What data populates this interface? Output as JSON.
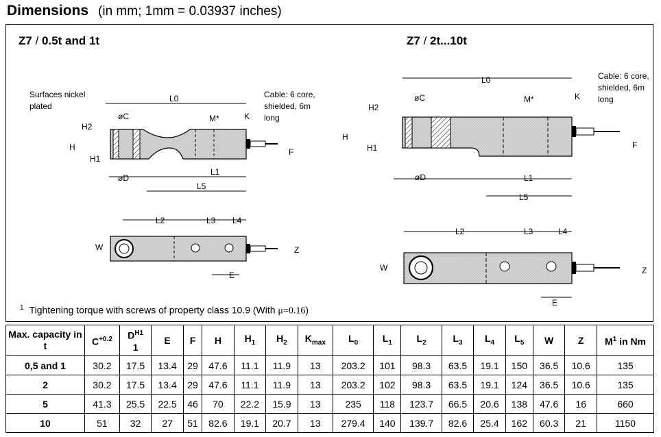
{
  "title": {
    "main": "Dimensions",
    "sub": "(in mm;  1mm = 0.03937 inches)"
  },
  "left_panel": {
    "model": "Z7",
    "slash": " / ",
    "capacity": "0.5t and 1t",
    "note_surface": "Surfaces nickel plated",
    "note_cable": "Cable: 6 core, shielded, 6m long"
  },
  "right_panel": {
    "model": "Z7",
    "slash": " / ",
    "capacity": "2t...10t",
    "note_cable": "Cable: 6 core, shielded, 6m long"
  },
  "footnote": {
    "marker": "1",
    "text": "Tightening torque with screws of property class 10.9 (With ",
    "mu": "μ=0.16",
    "close": ")"
  },
  "table": {
    "headers": [
      {
        "main": "Max. capacity in t"
      },
      {
        "main": "C",
        "sup": "+0.2"
      },
      {
        "main": "D",
        "sup": "H1",
        "sub": "1"
      },
      {
        "main": "E"
      },
      {
        "main": "F"
      },
      {
        "main": "H"
      },
      {
        "main": "H",
        "sub": "1"
      },
      {
        "main": "H",
        "sub": "2"
      },
      {
        "main": "K",
        "sub": "max"
      },
      {
        "main": "L",
        "sub": "0"
      },
      {
        "main": "L",
        "sub": "1"
      },
      {
        "main": "L",
        "sub": "2"
      },
      {
        "main": "L",
        "sub": "3"
      },
      {
        "main": "L",
        "sub": "4"
      },
      {
        "main": "L",
        "sub": "5"
      },
      {
        "main": "W"
      },
      {
        "main": "Z"
      },
      {
        "main": "M",
        "sup": "1",
        "tail": " in Nm"
      }
    ],
    "rows": [
      [
        "0,5 and 1",
        "30.2",
        "17.5",
        "13.4",
        "29",
        "47.6",
        "11.1",
        "11.9",
        "13",
        "203.2",
        "101",
        "98.3",
        "63.5",
        "19.1",
        "150",
        "36.5",
        "10.6",
        "135"
      ],
      [
        "2",
        "30.2",
        "17.5",
        "13.4",
        "29",
        "47.6",
        "11.1",
        "11.9",
        "13",
        "203.2",
        "102",
        "98.3",
        "63.5",
        "19.1",
        "124",
        "36.5",
        "10.6",
        "135"
      ],
      [
        "5",
        "41.3",
        "25.5",
        "22.5",
        "46",
        "70",
        "22.2",
        "15.9",
        "13",
        "235",
        "118",
        "123.7",
        "66.5",
        "20.6",
        "138",
        "47.6",
        "16",
        "660"
      ],
      [
        "10",
        "51",
        "32",
        "27",
        "51",
        "82.6",
        "19.1",
        "20.7",
        "13",
        "279.4",
        "140",
        "139.7",
        "82.6",
        "25.4",
        "162",
        "60.3",
        "21",
        "1150"
      ]
    ]
  },
  "drawing_labels": {
    "L0": "L0",
    "L1": "L1",
    "L2": "L2",
    "L3": "L3",
    "L4": "L4",
    "L5": "L5",
    "H": "H",
    "H1": "H1",
    "H2": "H2",
    "C": "øC",
    "D": "øD",
    "K": "K",
    "M": "M*",
    "F": "F",
    "W": "W",
    "Z": "Z",
    "E": "E"
  }
}
